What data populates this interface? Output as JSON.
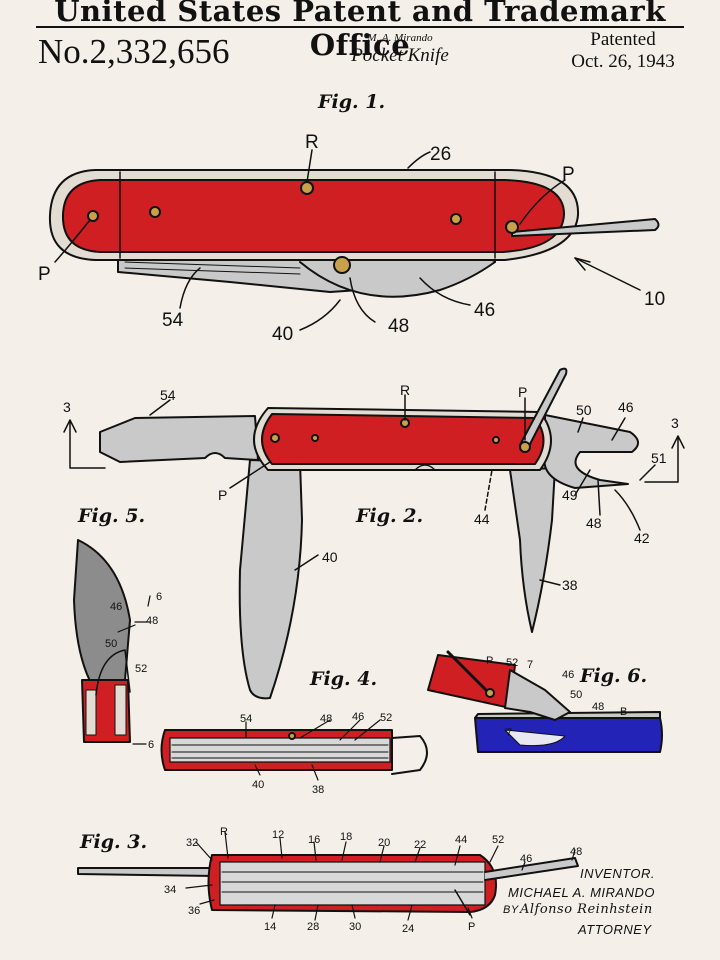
{
  "header": {
    "title": "United States Patent and Trademark Office",
    "patent_number": "No.2,332,656",
    "inventor_short": "M. A. Mirando",
    "invention": "Pocket Knife",
    "patented_label": "Patented",
    "patented_date": "Oct. 26, 1943"
  },
  "colors": {
    "handle_red": "#cf1f22",
    "blade_gray": "#c9c9c9",
    "blue": "#2323b8",
    "ink": "#111111",
    "paper": "#f4efe8"
  },
  "figures": {
    "fig1": {
      "label": "Fig. 1.",
      "refs": [
        "R",
        "26",
        "P",
        "P",
        "10",
        "54",
        "40",
        "48",
        "46"
      ]
    },
    "fig2": {
      "label": "Fig. 2.",
      "refs": [
        "3",
        "54",
        "R",
        "P",
        "50",
        "46",
        "3",
        "P",
        "44",
        "49",
        "51",
        "48",
        "42",
        "40",
        "38"
      ]
    },
    "fig3": {
      "label": "Fig. 3.",
      "refs": [
        "32",
        "R",
        "12",
        "16",
        "18",
        "20",
        "22",
        "44",
        "52",
        "46",
        "48",
        "34",
        "36",
        "14",
        "28",
        "30",
        "24",
        "P"
      ]
    },
    "fig4": {
      "label": "Fig. 4.",
      "refs": [
        "54",
        "48",
        "46",
        "52",
        "40",
        "38"
      ]
    },
    "fig5": {
      "label": "Fig. 5.",
      "refs": [
        "6",
        "46",
        "48",
        "50",
        "52",
        "6"
      ]
    },
    "fig6": {
      "label": "Fig. 6.",
      "refs": [
        "P",
        "52",
        "7",
        "46",
        "50",
        "48",
        "B",
        "7"
      ]
    }
  },
  "signature": {
    "inventor_label": "INVENTOR.",
    "inventor_name": "MICHAEL A. MIRANDO",
    "by": "BY",
    "attorney_signature": "Alfonso Reinhstein",
    "attorney_label": "ATTORNEY"
  }
}
